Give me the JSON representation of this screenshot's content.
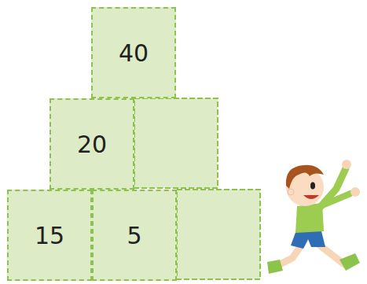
{
  "diagram": {
    "nodes": [
      {
        "text": [
          "40"
        ]
      },
      {
        "text": [
          "20"
        ]
      },
      {
        "text": [
          "15"
        ]
      },
      {
        "text": [
          "5"
        ]
      }
    ]
  }
}
